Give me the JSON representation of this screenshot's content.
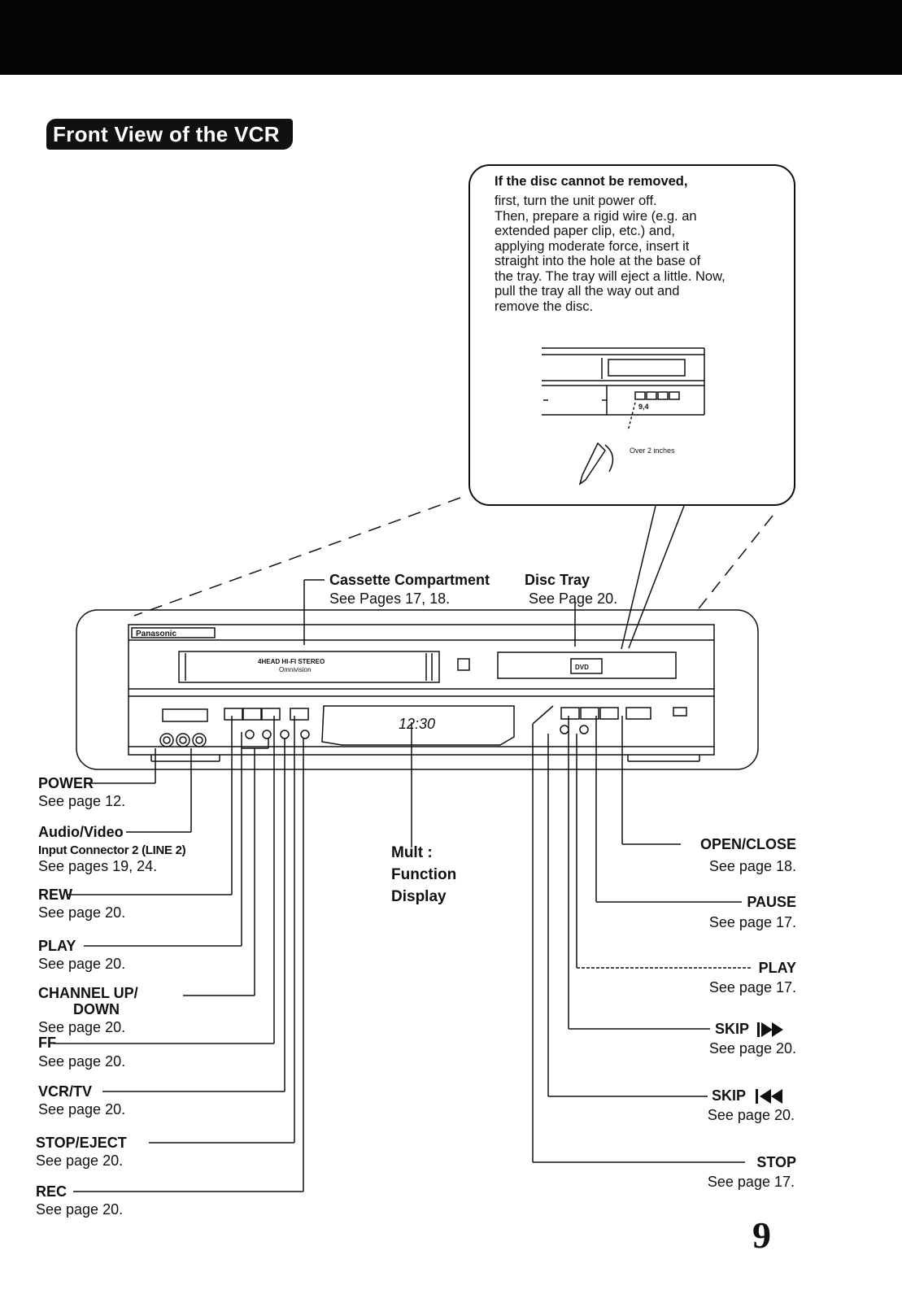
{
  "header": {
    "title": "Front View of the VCR"
  },
  "callout": {
    "title": "If the disc cannot be removed,",
    "lines": [
      "first, turn the unit power off.",
      "Then, prepare a rigid wire (e.g. an",
      "extended paper clip, etc.) and,",
      "applying moderate force, insert it",
      "straight into the hole at the base of",
      "the tray. The tray will eject a little. Now,",
      "pull the tray all the way out and",
      "remove the disc."
    ],
    "inset_label": "Over 2 inches",
    "inset_small": "9,4"
  },
  "top_labels": {
    "cassette": {
      "name": "Cassette  Compartment",
      "ref": "See Pages 17, 18."
    },
    "disc": {
      "name": "Disc Tray",
      "ref": "See Page 20."
    }
  },
  "device": {
    "brand": "Panasonic",
    "cassette_text_1": "4HEAD HI-FI STEREO",
    "cassette_text_2": "Omnivision",
    "display_time": "12:30",
    "dvd_logo": "DVD"
  },
  "left_labels": [
    {
      "name": "POWER",
      "ref": "See page 12."
    },
    {
      "name": "Audio/Video",
      "sub": "Input Connector 2 (LINE 2)",
      "ref": "See pages 19, 24."
    },
    {
      "name": "REW",
      "ref": "See page 20."
    },
    {
      "name": "PLAY",
      "ref": "See page 20."
    },
    {
      "name": "CHANNEL  UP/",
      "name2": "DOWN",
      "ref": "See page 20."
    },
    {
      "name": "FF",
      "ref": "See page 20."
    },
    {
      "name": "VCR/TV",
      "ref": "See page 20."
    },
    {
      "name": "STOP/EJECT",
      "ref": "See page 20."
    },
    {
      "name": "REC",
      "ref": "See page 20."
    }
  ],
  "center_label": {
    "line1": "Mult :",
    "line2": "Function",
    "line3": "Display"
  },
  "right_labels": [
    {
      "name": "OPEN/CLOSE",
      "ref": "See page 18."
    },
    {
      "name": "PAUSE",
      "ref": "See page 17."
    },
    {
      "name": "PLAY",
      "ref": "See page 17."
    },
    {
      "name": "SKIP",
      "ref": "See page 20."
    },
    {
      "name": "SKIP",
      "ref": "See page 20."
    },
    {
      "name": "STOP",
      "ref": "See page 17."
    }
  ],
  "page_number": "9"
}
